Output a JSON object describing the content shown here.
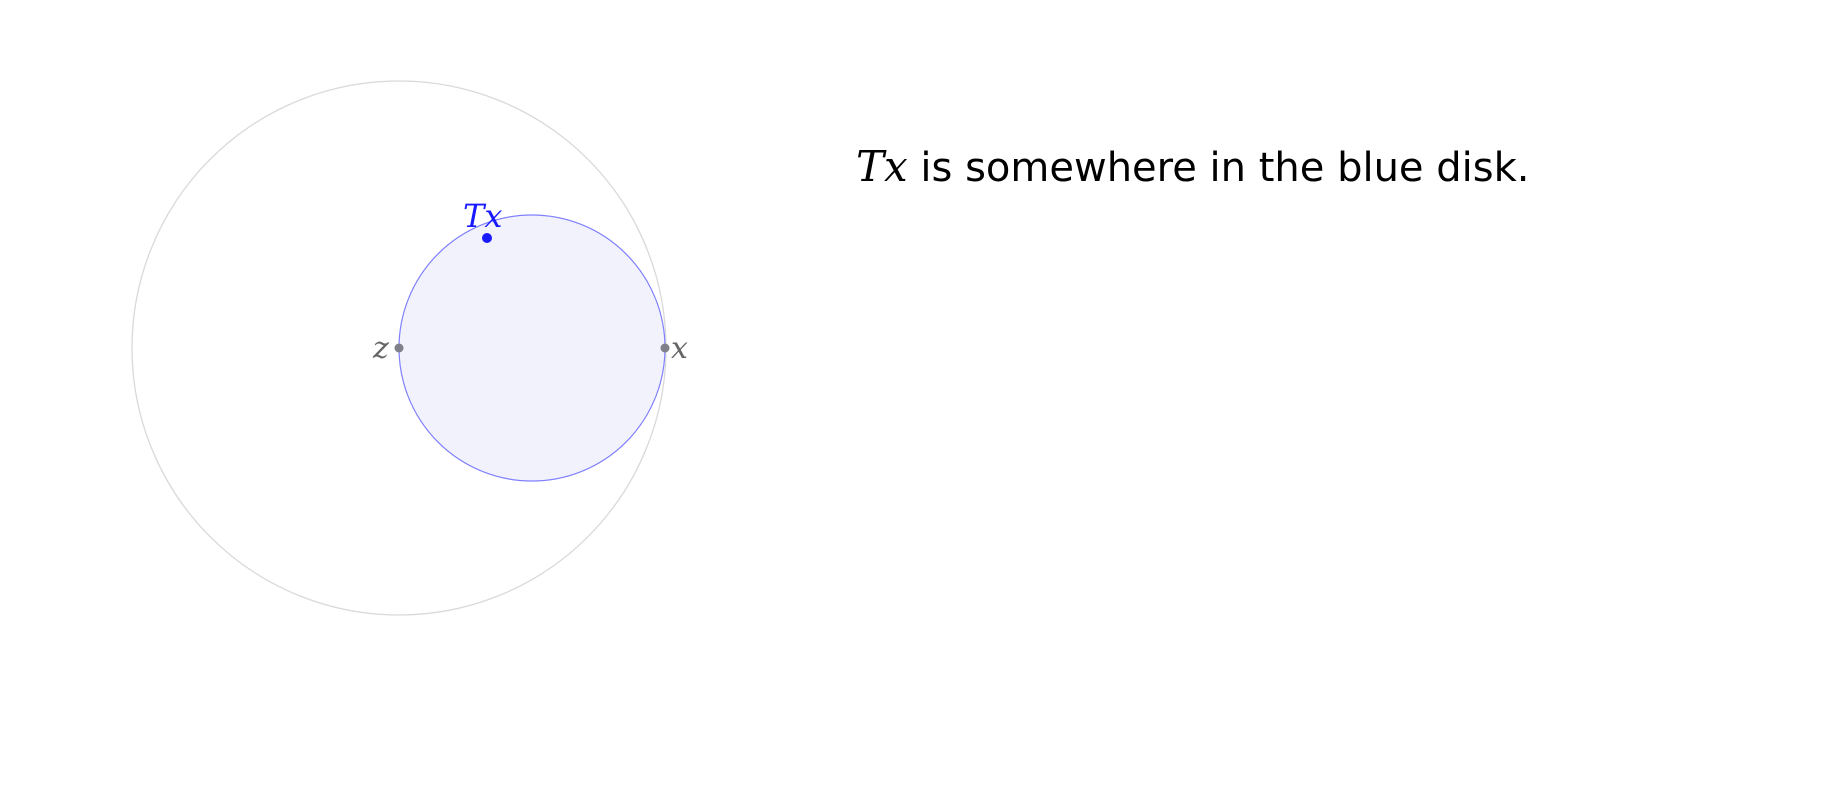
{
  "diagram": {
    "labels": {
      "z": "z",
      "x": "x",
      "tx": "Tx"
    },
    "colors": {
      "outer_circle": "#d9d9d9",
      "blue": "#1a1aff",
      "blue_stroke": "#8080ff",
      "blue_fill": "#f2f2fd",
      "point_gray": "#80808a",
      "label_gray": "#666666"
    }
  },
  "caption": {
    "math": "Tx",
    "text": " is somewhere in the blue disk."
  }
}
